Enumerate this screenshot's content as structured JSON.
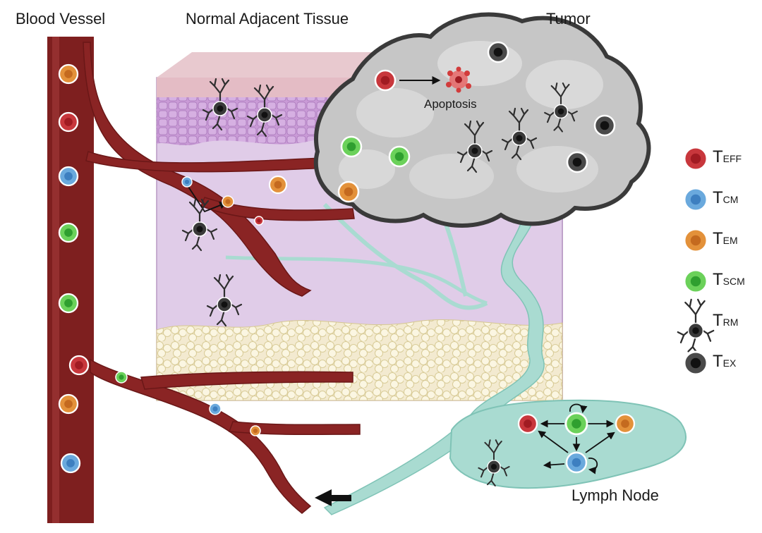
{
  "labels": {
    "blood_vessel": "Blood Vessel",
    "normal_tissue": "Normal Adjacent Tissue",
    "tumor": "Tumor",
    "apoptosis": "Apoptosis",
    "lymph_node": "Lymph Node"
  },
  "legend": [
    {
      "main": "T",
      "sub": "EFF",
      "fill": "#c8373c",
      "core": "#a11b22",
      "icon": "round-cell"
    },
    {
      "main": "T",
      "sub": "CM",
      "fill": "#6aa9dd",
      "core": "#3d7fc0",
      "icon": "round-cell"
    },
    {
      "main": "T",
      "sub": "EM",
      "fill": "#e3913a",
      "core": "#c46a1f",
      "icon": "round-cell"
    },
    {
      "main": "T",
      "sub": "SCM",
      "fill": "#6bd15a",
      "core": "#2f9f2f",
      "icon": "round-cell"
    },
    {
      "main": "T",
      "sub": "RM",
      "fill": "#3b3b3b",
      "core": "#111111",
      "icon": "dendritic-cell"
    },
    {
      "main": "T",
      "sub": "EX",
      "fill": "#4a4a4a",
      "core": "#111111",
      "icon": "round-cell"
    }
  ],
  "colors": {
    "vessel": "#7e1f1f",
    "tissue": "#ddc6e6",
    "fat": "#f6efcf",
    "tumor": "#c9c9c9",
    "lymph": "#a9dbd1"
  }
}
